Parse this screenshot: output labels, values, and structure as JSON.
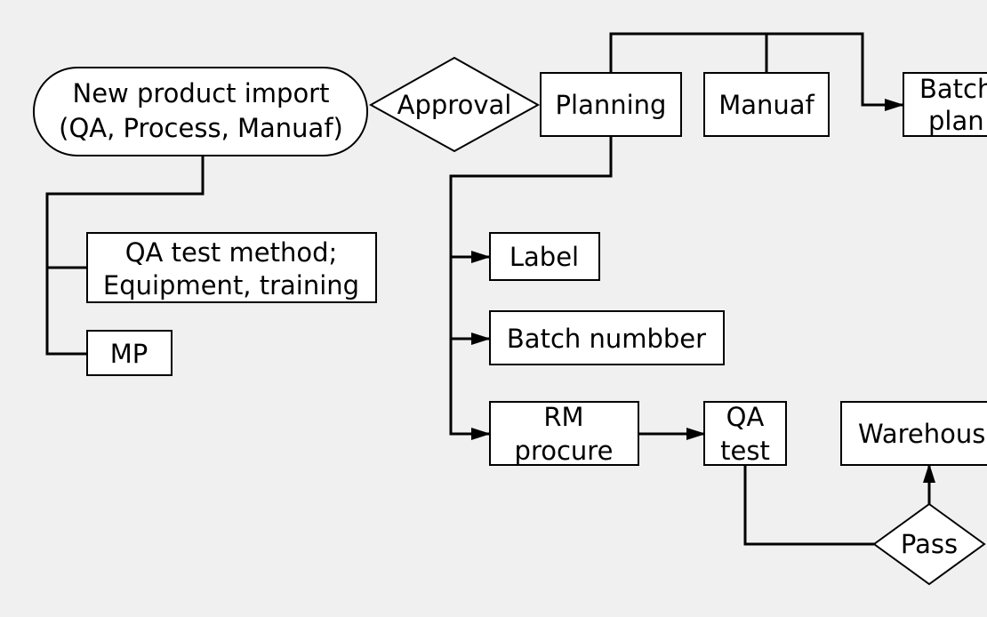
{
  "nodes": {
    "new_product_import": {
      "line1": "New product import",
      "line2": "(QA, Process, Manuaf)"
    },
    "approval": "Approval",
    "planning": "Planning",
    "manuaf": "Manuaf",
    "batch_plan": {
      "line1": "Batch",
      "line2": "plan"
    },
    "qa_test_method": {
      "line1": "QA test method;",
      "line2": "Equipment, training"
    },
    "mp": "MP",
    "label": "Label",
    "batch_number": "Batch numbber",
    "rm_procure": {
      "line1": "RM",
      "line2": "procure"
    },
    "qa_test": {
      "line1": "QA",
      "line2": "test"
    },
    "warehouse": "Warehouse",
    "pass": "Pass"
  },
  "colors": {
    "background": "#f0f0f0",
    "node_fill": "#ffffff",
    "stroke": "#000000"
  }
}
